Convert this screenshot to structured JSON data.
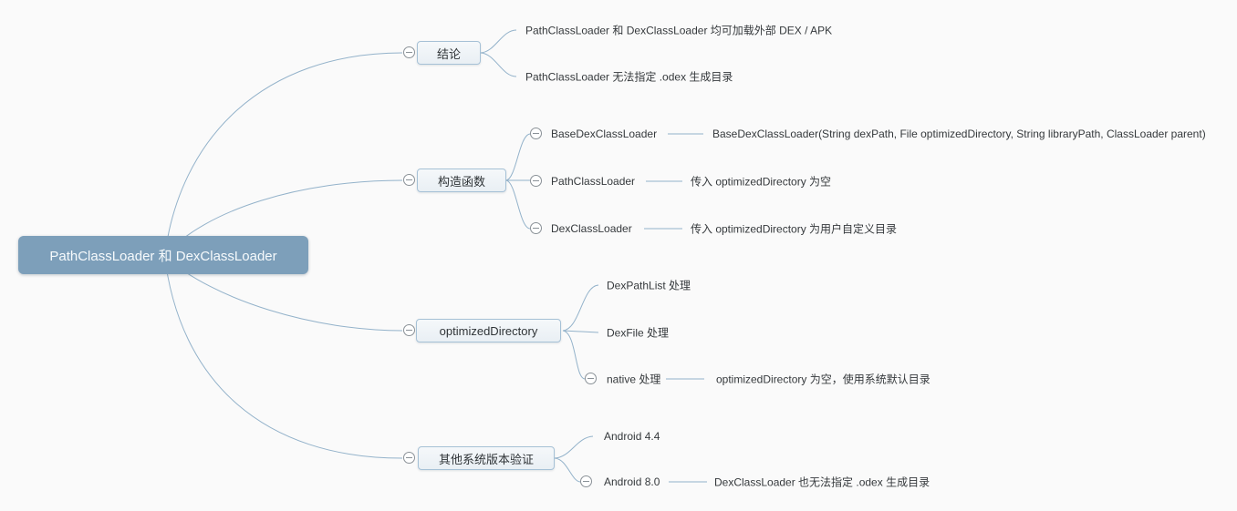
{
  "colors": {
    "background": "#fafafa",
    "root_fill": "#7d9fba",
    "root_text": "#f6fafc",
    "branch_fill": "#eef2f6",
    "branch_border": "#a6c1d6",
    "connector_line": "#93b2ca",
    "text": "#35393c",
    "collapse_icon": "#8a9197"
  },
  "mindmap": {
    "root": {
      "label": "PathClassLoader 和 DexClassLoader"
    },
    "branches": [
      {
        "label": "结论",
        "children": [
          {
            "label": "PathClassLoader 和 DexClassLoader 均可加载外部 DEX / APK"
          },
          {
            "label": "PathClassLoader 无法指定 .odex 生成目录"
          }
        ]
      },
      {
        "label": "构造函数",
        "children": [
          {
            "label": "BaseDexClassLoader",
            "detail": "BaseDexClassLoader(String dexPath, File optimizedDirectory, String libraryPath, ClassLoader parent)"
          },
          {
            "label": "PathClassLoader",
            "detail": "传入 optimizedDirectory 为空"
          },
          {
            "label": "DexClassLoader",
            "detail": "传入 optimizedDirectory 为用户自定义目录"
          }
        ]
      },
      {
        "label": "optimizedDirectory",
        "children": [
          {
            "label": "DexPathList 处理"
          },
          {
            "label": "DexFile 处理"
          },
          {
            "label": "native 处理",
            "detail": "optimizedDirectory 为空，使用系统默认目录"
          }
        ]
      },
      {
        "label": "其他系统版本验证",
        "children": [
          {
            "label": "Android 4.4"
          },
          {
            "label": "Android 8.0",
            "detail": "DexClassLoader 也无法指定 .odex 生成目录"
          }
        ]
      }
    ]
  }
}
